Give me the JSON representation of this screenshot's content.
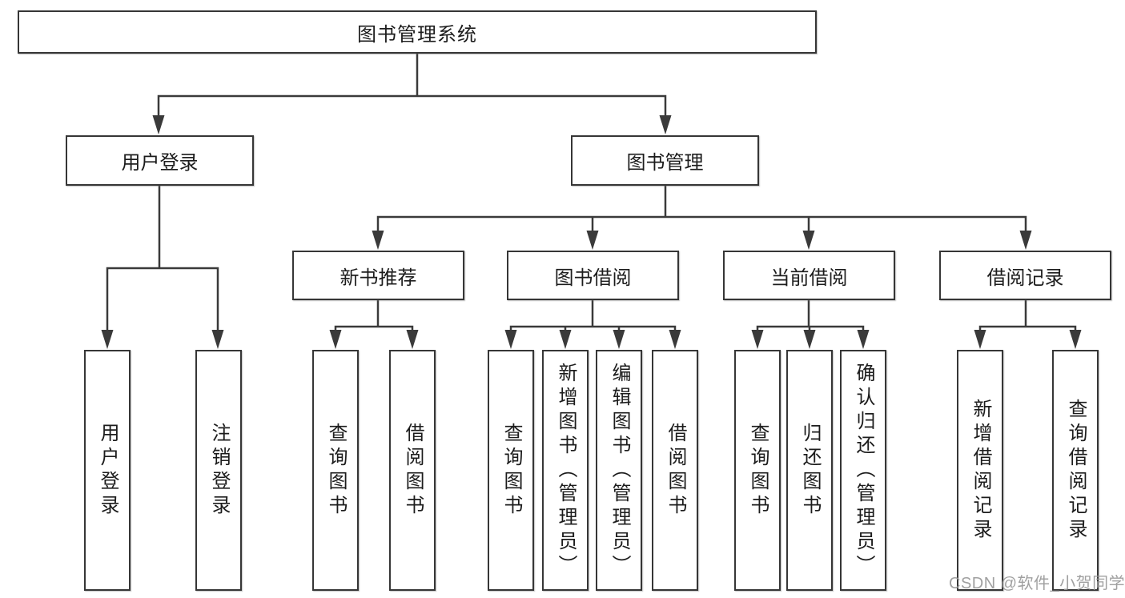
{
  "tree": {
    "root": "图书管理系统",
    "branches": [
      {
        "label": "用户登录",
        "leaves": [
          "用户登录",
          "注销登录"
        ]
      },
      {
        "label": "图书管理",
        "branches": [
          {
            "label": "新书推荐",
            "leaves": [
              "查询图书",
              "借阅图书"
            ]
          },
          {
            "label": "图书借阅",
            "leaves": [
              "查询图书",
              "新增图书（管理员）",
              "编辑图书（管理员）",
              "借阅图书"
            ]
          },
          {
            "label": "当前借阅",
            "leaves": [
              "查询图书",
              "归还图书",
              "确认归还（管理员）"
            ]
          },
          {
            "label": "借阅记录",
            "leaves": [
              "新增借阅记录",
              "查询借阅记录"
            ]
          }
        ]
      }
    ]
  },
  "watermark": "CSDN @软件_小贺同学",
  "colors": {
    "line": "#3a3a3a",
    "box_border": "#363636",
    "box_fill": "#ffffff",
    "label_text": "#1c1c1c",
    "watermark_text": "#989898",
    "background": "#ffffff"
  }
}
